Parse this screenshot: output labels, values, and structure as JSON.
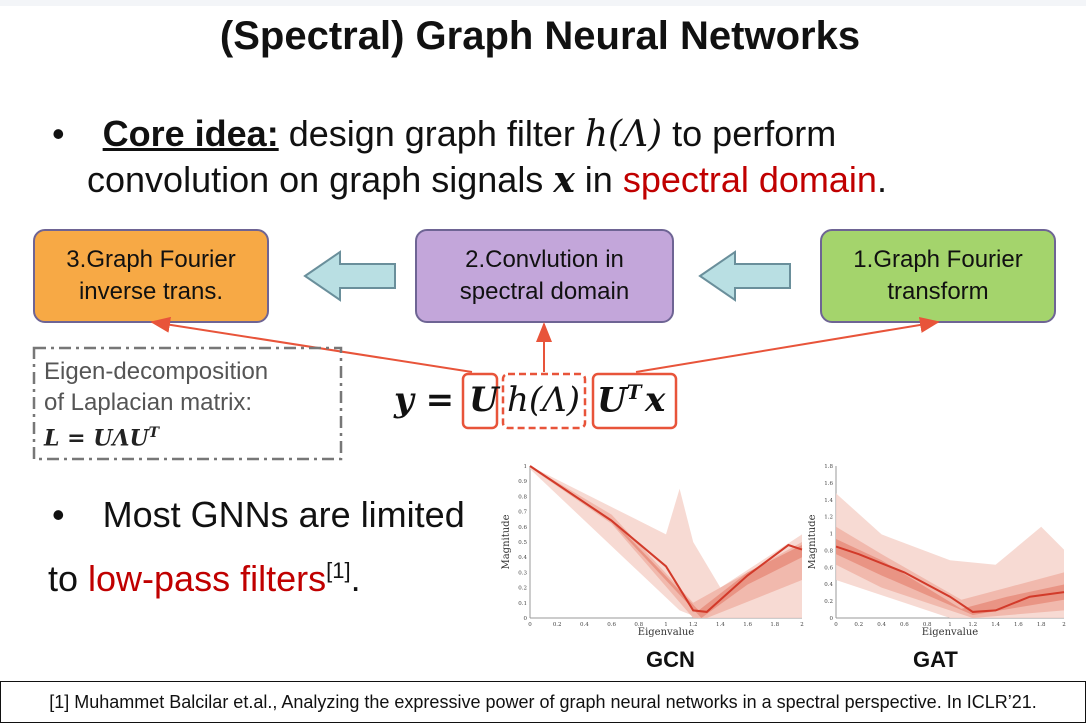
{
  "slide": {
    "title": "(Spectral) Graph Neural Networks",
    "bullet1": {
      "label": "Core idea:",
      "text_a": " design graph filter ",
      "math_h": "h(Λ)",
      "text_b": " to perform",
      "line2_a": "convolution on graph signals ",
      "math_x": "x",
      "line2_b": " in ",
      "line2_red": "spectral domain",
      "line2_end": "."
    },
    "pipeline": {
      "box3": [
        "3.Graph Fourier",
        "inverse trans."
      ],
      "box2": [
        "2.Convlution in",
        "spectral domain"
      ],
      "box1": [
        "1.Graph Fourier",
        "transform"
      ]
    },
    "note": {
      "line1": "Eigen-decomposition",
      "line2": "of Laplacian matrix:",
      "formula": "L = UΛU"
    },
    "equation": {
      "lhs": "y =",
      "u": "U",
      "h": "h(Λ)",
      "ut": "U",
      "x": "x"
    },
    "bullet2": {
      "line1": "Most GNNs are limited",
      "prefix": "to ",
      "red": "low-pass filters",
      "cite": "[1]",
      "end": "."
    },
    "plots": [
      {
        "name": "GCN",
        "xlabel": "Eigenvalue",
        "ylabel": "Magnitude",
        "xticks": [
          "0",
          "0.2",
          "0.4",
          "0.6",
          "0.8",
          "1",
          "1.2",
          "1.4",
          "1.6",
          "1.8",
          "2"
        ],
        "yticks": [
          "0",
          "0.1",
          "0.2",
          "0.3",
          "0.4",
          "0.5",
          "0.6",
          "0.7",
          "0.8",
          "0.9",
          "1"
        ]
      },
      {
        "name": "GAT",
        "xlabel": "Eigenvalue",
        "ylabel": "Magnitude",
        "xticks": [
          "0",
          "0.2",
          "0.4",
          "0.6",
          "0.8",
          "1",
          "1.2",
          "1.4",
          "1.6",
          "1.8",
          "2"
        ],
        "yticks": [
          "0",
          "0.2",
          "0.4",
          "0.6",
          "0.8",
          "1",
          "1.2",
          "1.4",
          "1.6",
          "1.8"
        ]
      }
    ],
    "footer": "[1] Muhammet Balcilar et.al., Analyzing the expressive power of graph neural networks in a spectral perspective. In ICLR’21.",
    "colors": {
      "orange_box": "#f7a945",
      "purple_box": "#c3a6da",
      "green_box": "#a4d46c",
      "arrow_fill": "#b9dfe3",
      "accent_red": "#c00000",
      "line_red": "#e8543a"
    }
  }
}
